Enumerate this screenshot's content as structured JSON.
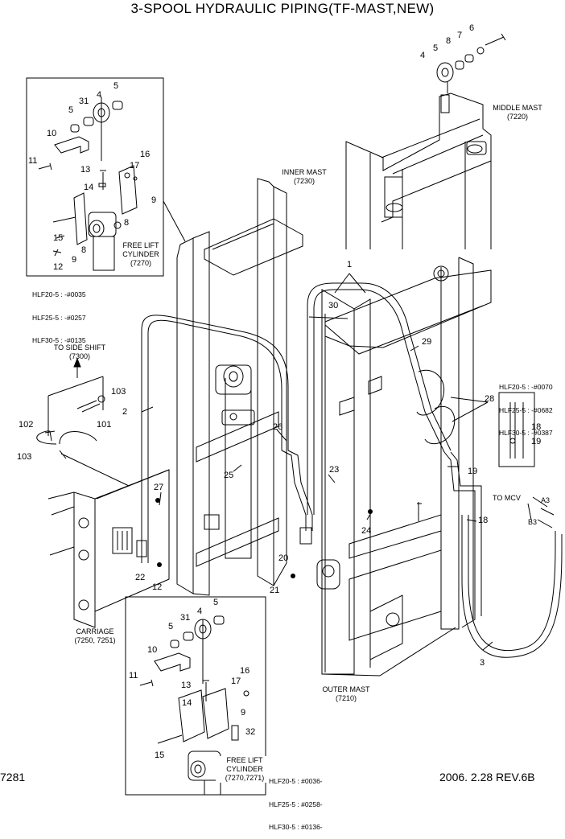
{
  "title": "3-SPOOL HYDRAULIC PIPING(TF-MAST,NEW)",
  "page_number": "7281",
  "revision": "2006. 2.28  REV.6B",
  "assembly_labels": {
    "middle_mast": "MIDDLE MAST",
    "middle_mast_no": "(7220)",
    "inner_mast": "INNER MAST",
    "inner_mast_no": "(7230)",
    "outer_mast": "OUTER MAST",
    "outer_mast_no": "(7210)",
    "carriage": "CARRIAGE",
    "carriage_no": "(7250, 7251)",
    "to_side_shift": "TO SIDE SHIFT",
    "to_side_shift_no": "(7300)",
    "to_mcv": "TO MCV",
    "free_lift_top": "FREE LIFT",
    "free_lift_top_2": "CYLINDER",
    "free_lift_top_no": "(7270)",
    "free_lift_bottom": "FREE LIFT",
    "free_lift_bottom_2": "CYLINDER",
    "free_lift_bottom_no": "(7270,7271)"
  },
  "serial_blocks": {
    "top_left": [
      "HLF20-5 : -#0035",
      "HLF25-5 : -#0257",
      "HLF30-5 : -#0135"
    ],
    "right": [
      "HLF20-5 : -#0070",
      "HLF25-5 : -#0682",
      "HLF30-5 : -#0387"
    ],
    "bottom": [
      "HLF20-5 : #0036-",
      "HLF25-5 : #0258-",
      "HLF30-5 : #0136-"
    ]
  },
  "part_numbers": {
    "top_inset": [
      "5",
      "4",
      "31",
      "5",
      "10",
      "11",
      "13",
      "16",
      "17",
      "14",
      "9",
      "8",
      "15",
      "9",
      "8",
      "12"
    ],
    "top_right": [
      "6",
      "7",
      "8",
      "5",
      "4"
    ],
    "main": [
      "1",
      "30",
      "29",
      "28",
      "2",
      "26",
      "25",
      "27",
      "23",
      "24",
      "20",
      "21",
      "22",
      "12",
      "18",
      "19",
      "3"
    ],
    "side_shift": [
      "103",
      "102",
      "101",
      "103"
    ],
    "right_inset": [
      "18",
      "19"
    ],
    "mcv": [
      "A3",
      "B3"
    ],
    "bottom_inset": [
      "5",
      "4",
      "31",
      "5",
      "10",
      "11",
      "13",
      "16",
      "17",
      "14",
      "9",
      "32",
      "15"
    ]
  }
}
